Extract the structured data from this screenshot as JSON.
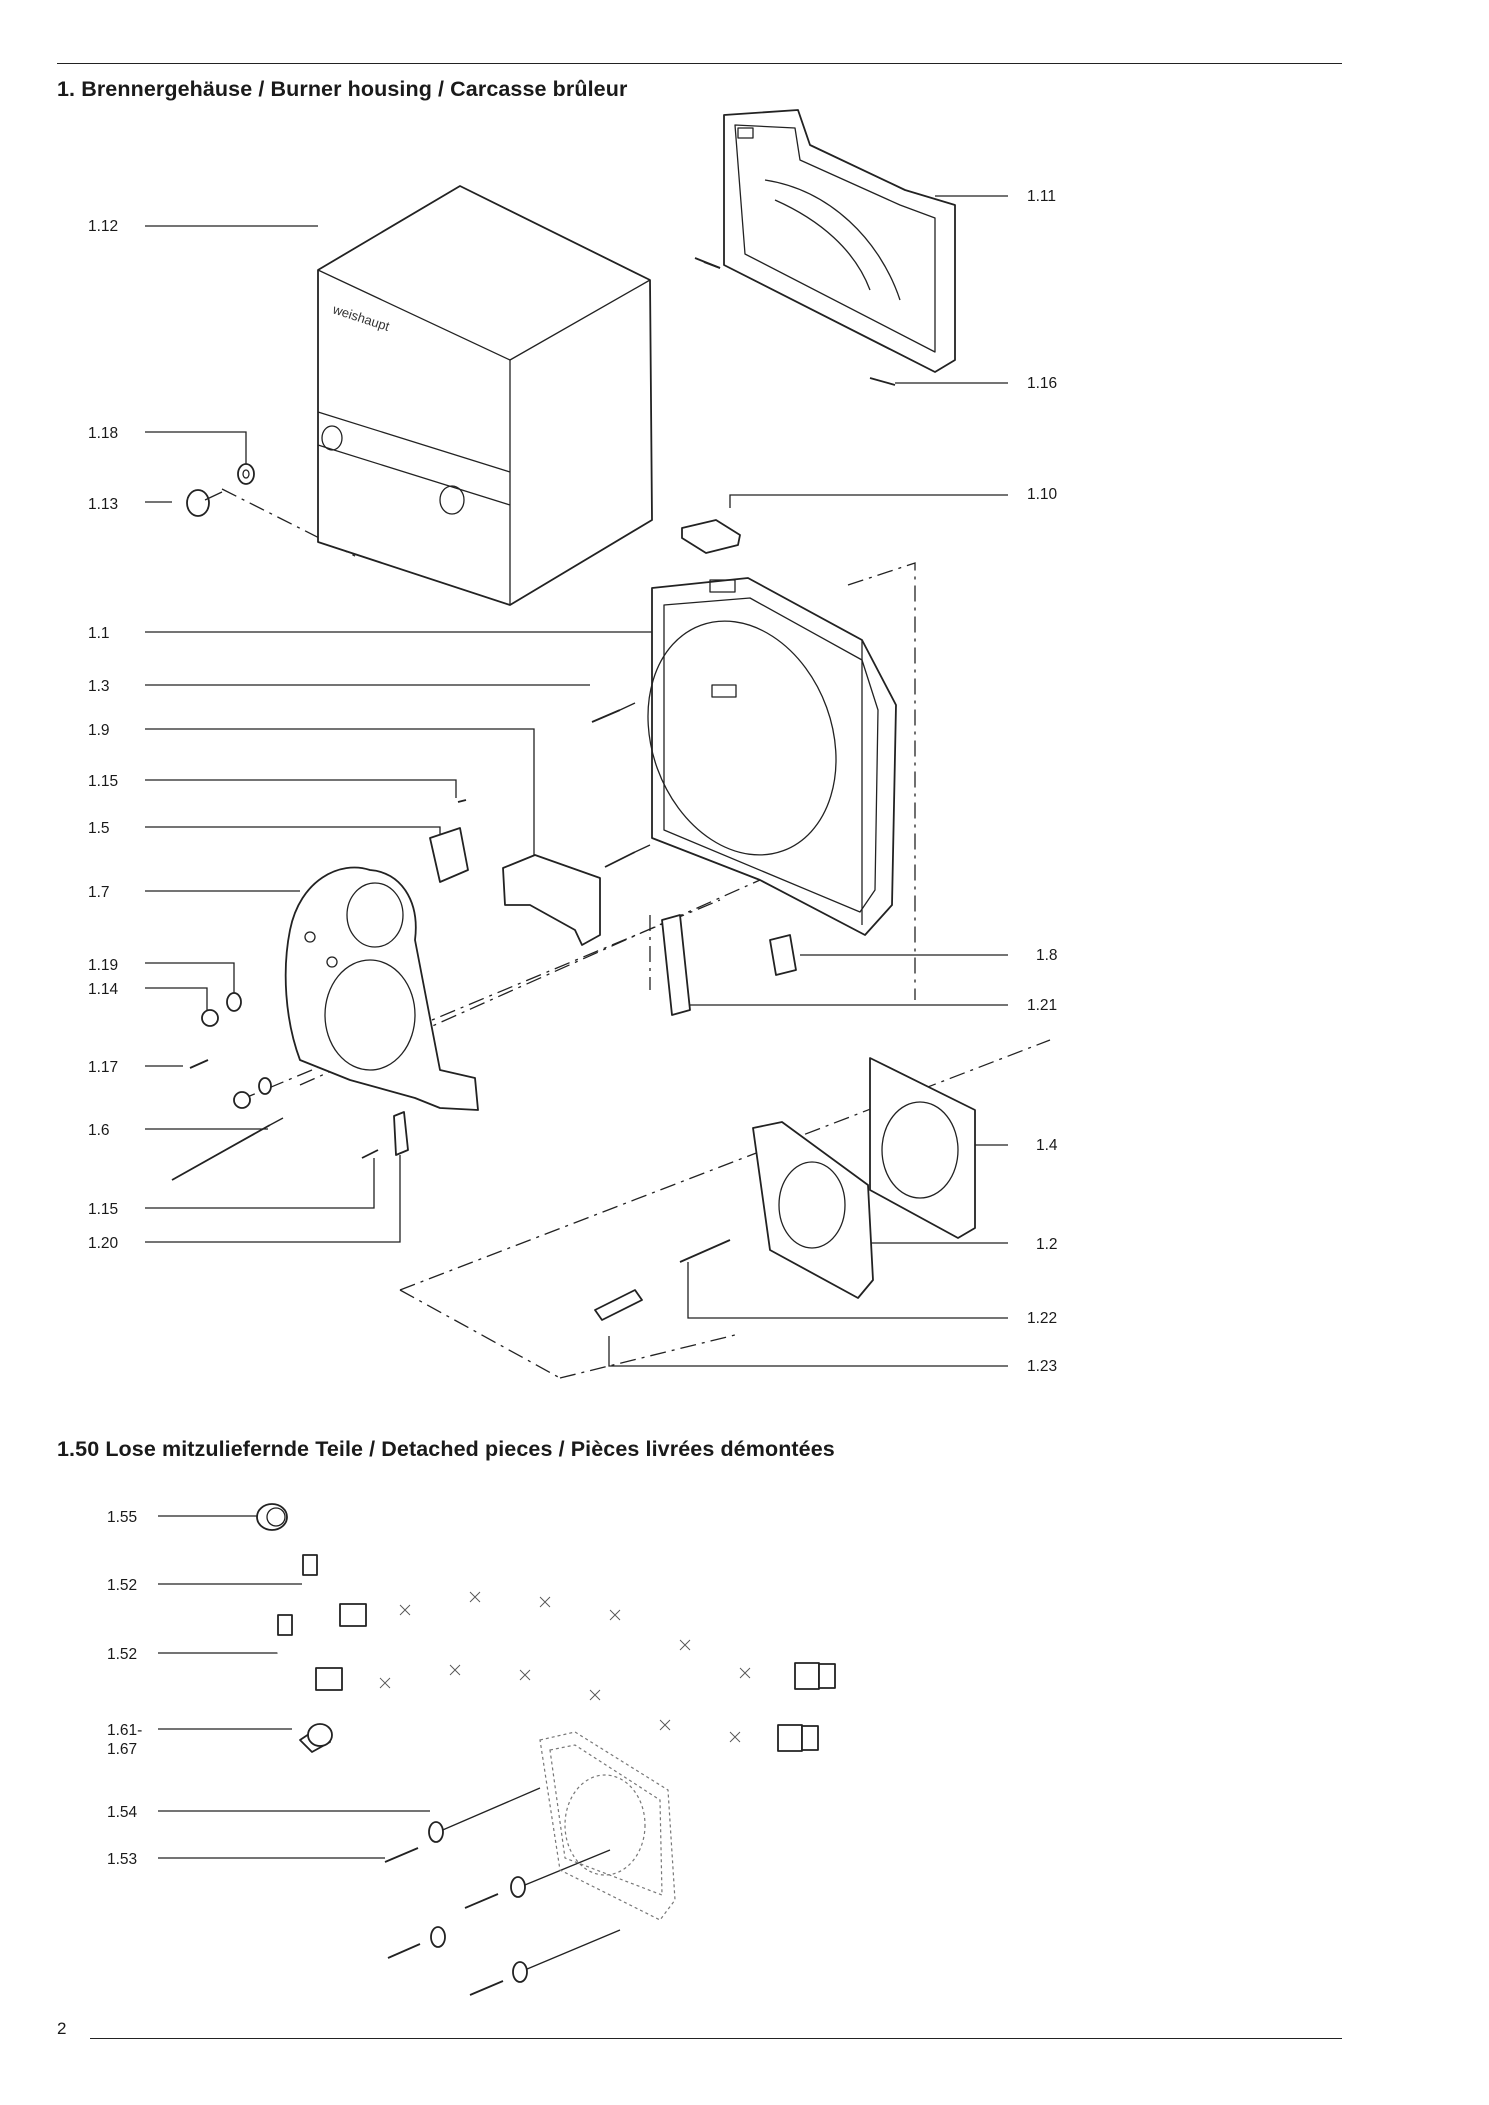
{
  "page_number": "2",
  "section1": {
    "title": "1. Brennergehäuse / Burner housing / Carcasse brûleur",
    "brand_logo_text": "weishaupt",
    "labels_left": [
      "1.12",
      "1.18",
      "1.13",
      "1.1",
      "1.3",
      "1.9",
      "1.15",
      "1.5",
      "1.7",
      "1.19",
      "1.14",
      "1.17",
      "1.6",
      "1.15",
      "1.20"
    ],
    "labels_right": [
      "1.11",
      "1.16",
      "1.10",
      "1.8",
      "1.21",
      "1.4",
      "1.2",
      "1.22",
      "1.23"
    ]
  },
  "section2": {
    "title": "1.50 Lose mitzuliefernde Teile / Detached pieces / Pièces livrées démontées",
    "labels": [
      "1.55",
      "1.52",
      "1.52",
      "1.61-\n1.67",
      "1.54",
      "1.53"
    ]
  }
}
